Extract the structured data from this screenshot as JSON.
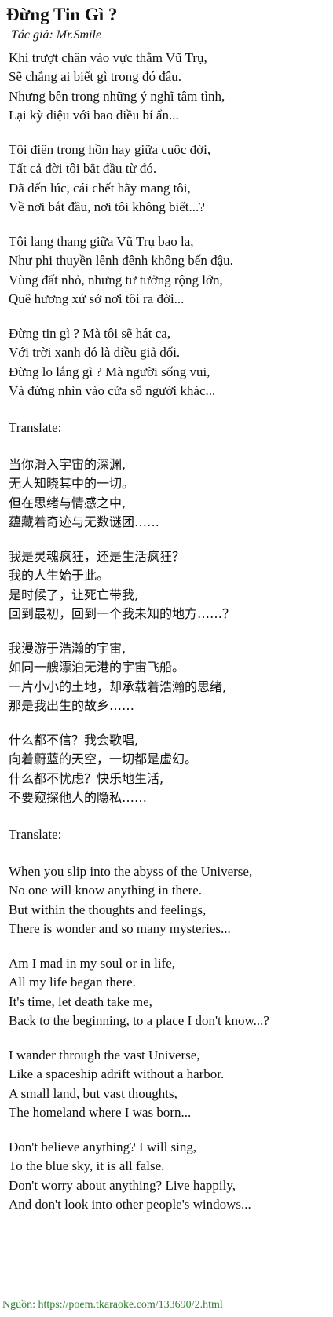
{
  "title": "Đừng Tin Gì ?",
  "author": "Tác giả: Mr.Smile",
  "stanzas_vi": [
    [
      "Khi trượt chân vào vực thẳm Vũ Trụ,",
      "Sẽ chẳng ai biết gì trong đó đâu.",
      "Nhưng bên trong những ý nghĩ tâm tình,",
      "Lại kỳ diệu với bao điều bí ẩn..."
    ],
    [
      "Tôi điên trong hồn hay giữa cuộc đời,",
      "Tất cả đời tôi bắt đầu từ đó.",
      "Đã đến lúc, cái chết hãy mang tôi,",
      "Về nơi bắt đầu, nơi tôi không biết...?"
    ],
    [
      "Tôi lang thang giữa Vũ Trụ bao la,",
      "Như phi thuyền lênh đênh không bến đậu.",
      "Vùng đất nhỏ, nhưng tư tưởng rộng lớn,",
      "Quê hương xứ sở nơi tôi ra đời..."
    ],
    [
      "Đừng tin gì ? Mà tôi sẽ hát ca,",
      "Với trời xanh đó là điều giả dối.",
      "Đừng lo lắng gì ? Mà người sống vui,",
      "Và đừng nhìn vào cửa sổ người khác..."
    ]
  ],
  "translate_label_1": "Translate:",
  "stanzas_zh": [
    [
      "当你滑入宇宙的深渊,",
      "无人知晓其中的一切。",
      "但在思绪与情感之中,",
      "蕴藏着奇迹与无数谜团……"
    ],
    [
      "我是灵魂疯狂，还是生活疯狂？",
      "我的人生始于此。",
      "是时候了，让死亡带我,",
      "回到最初，回到一个我未知的地方……？"
    ],
    [
      "我漫游于浩瀚的宇宙,",
      "如同一艘漂泊无港的宇宙飞船。",
      "一片小小的土地，却承载着浩瀚的思绪,",
      "那是我出生的故乡……"
    ],
    [
      "什么都不信？我会歌唱,",
      "向着蔚蓝的天空，一切都是虚幻。",
      "什么都不忧虑？快乐地生活,",
      "不要窥探他人的隐私……"
    ]
  ],
  "translate_label_2": "Translate:",
  "stanzas_en": [
    [
      "When you slip into the abyss of the Universe,",
      "No one will know anything in there.",
      "But within the thoughts and feelings,",
      "There is wonder and so many mysteries..."
    ],
    [
      "Am I mad in my soul or in life,",
      "All my life began there.",
      "It's time, let death take me,",
      "Back to the beginning, to a place I don't know...?"
    ],
    [
      "I wander through the vast Universe,",
      "Like a spaceship adrift without a harbor.",
      "A small land, but vast thoughts,",
      "The homeland where I was born..."
    ],
    [
      "Don't believe anything? I will sing,",
      "To the blue sky, it is all false.",
      "Don't worry about anything? Live happily,",
      "And don't look into other people's windows..."
    ]
  ],
  "source": "Nguồn: https://poem.tkaraoke.com/133690/2.html"
}
